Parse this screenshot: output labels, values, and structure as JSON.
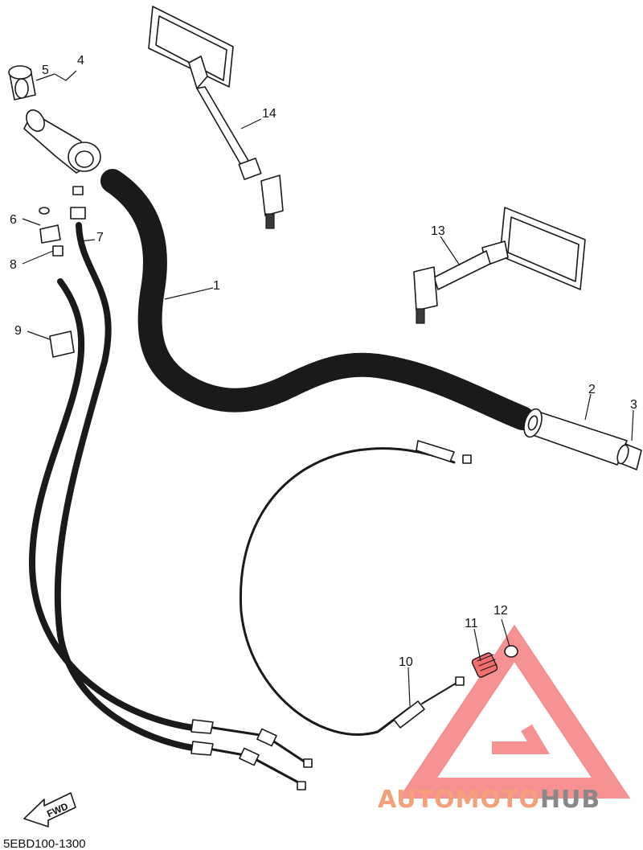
{
  "diagram_code": "5EBD100-1300",
  "fwd_label": "FWD",
  "callouts": [
    "1",
    "2",
    "3",
    "4",
    "5",
    "6",
    "7",
    "8",
    "9",
    "10",
    "11",
    "12",
    "13",
    "14"
  ],
  "watermark": {
    "brand_part1": "AUTOMOTO",
    "brand_part2": "HUB",
    "color_primary": "#f4a07a",
    "color_secondary": "#888888",
    "logo_color": "#f26d6d"
  }
}
